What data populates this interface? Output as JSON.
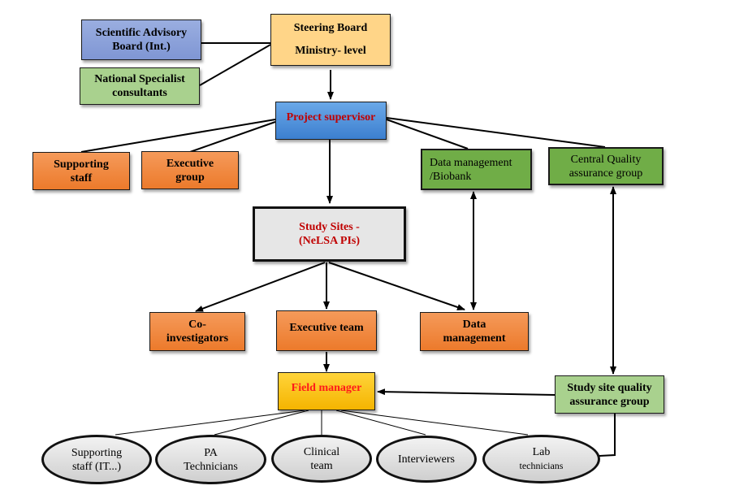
{
  "nodes": {
    "scientific_advisory": {
      "lines": [
        "Scientific Advisory",
        "Board (Int.)"
      ]
    },
    "national_specialist": {
      "lines": [
        "National Specialist",
        "consultants"
      ]
    },
    "steering_board": {
      "lines": [
        "Steering Board",
        "Ministry- level"
      ]
    },
    "project_supervisor": {
      "lines": [
        "Project supervisor"
      ]
    },
    "supporting_staff": {
      "lines": [
        "Supporting",
        "staff"
      ]
    },
    "executive_group": {
      "lines": [
        "Executive",
        "group"
      ]
    },
    "data_management_biobank": {
      "lines": [
        "Data management",
        "/Biobank"
      ]
    },
    "central_quality": {
      "lines": [
        "Central Quality",
        "assurance group"
      ]
    },
    "study_sites": {
      "lines": [
        "Study Sites -",
        "(NeLSA PIs)"
      ]
    },
    "co_investigators": {
      "lines": [
        "Co-",
        "investigators"
      ]
    },
    "executive_team": {
      "lines": [
        "Executive team"
      ]
    },
    "data_management": {
      "lines": [
        "Data",
        "management"
      ]
    },
    "field_manager": {
      "lines": [
        "Field manager"
      ]
    },
    "study_site_quality": {
      "lines": [
        "Study site quality",
        "assurance group"
      ]
    },
    "ell_supporting_staff": {
      "lines": [
        "Supporting",
        "staff (IT...)"
      ]
    },
    "ell_pa_technicians": {
      "lines": [
        "PA",
        "Technicians"
      ]
    },
    "ell_clinical_team": {
      "lines": [
        "Clinical",
        "team"
      ]
    },
    "ell_interviewers": {
      "lines": [
        "Interviewers"
      ]
    },
    "ell_lab_technicians": {
      "lines": [
        "Lab",
        "technicians"
      ]
    }
  },
  "colors": {
    "blue_box": "#8fa3dc",
    "light_green_box": "#a9d18e",
    "peach_box": "#ffd588",
    "supervisor_blue": "#5596dd",
    "orange_box": "#ed7d31",
    "dark_green_box": "#70ad47",
    "grey_box": "#e6e6e6",
    "field_manager_yellow": "#ffc000",
    "red_text": "#c00000"
  }
}
